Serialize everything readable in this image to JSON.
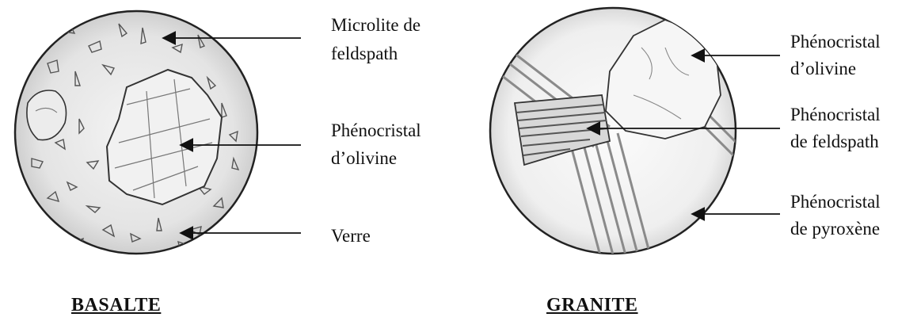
{
  "basalte": {
    "title": "BASALTE",
    "labels": {
      "microlite_line1": "Microlite de",
      "microlite_line2": "feldspath",
      "olivine_line1": "Phénocristal",
      "olivine_line2": "d’olivine",
      "verre": "Verre"
    }
  },
  "granite": {
    "title": "GRANITE",
    "labels": {
      "olivine_line1": "Phénocristal",
      "olivine_line2": "d’olivine",
      "feldspath_line1": "Phénocristal",
      "feldspath_line2": "de feldspath",
      "pyroxene_line1": "Phénocristal",
      "pyroxene_line2": "de pyroxène"
    }
  },
  "colors": {
    "ink": "#111111",
    "pencil": "#7a7a7a",
    "shade": "#cfcfcf"
  }
}
